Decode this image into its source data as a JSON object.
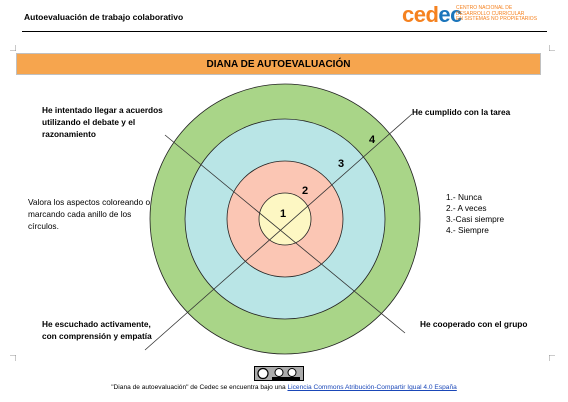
{
  "header": {
    "title": "Autoevaluación de trabajo colaborativo",
    "logo_text": "cedec",
    "logo_subtitle": [
      "CENTRO NACIONAL DE",
      "DESARROLLO CURRICULAR",
      "EN SISTEMAS NO PROPIETARIOS"
    ]
  },
  "banner_title": "DIANA DE AUTOEVALUACIÓN",
  "quadrant_labels": {
    "top_left": "He intentado llegar a acuerdos utilizando el debate y el razonamiento",
    "top_right": "He cumplido con la tarea",
    "bottom_left": "He escuchado activamente, con comprensión y empatía",
    "bottom_right": "He cooperado con el grupo"
  },
  "instructions": "Valora los aspectos coloreando o marcando cada anillo de los círculos.",
  "ring_numbers": [
    "1",
    "2",
    "3",
    "4"
  ],
  "legend": [
    "1.- Nunca",
    "2.- A veces",
    "3.-Casi siempre",
    "4.- Siempre"
  ],
  "ring_colors": [
    "#fdf7c3",
    "#fbc6b4",
    "#b9e5e6",
    "#a9d588"
  ],
  "footer": {
    "text": "\"Diana de autoevaluación\" de Cedec se encuentra bajo una",
    "link": "Licencia Commons Atribución-Compartir Igual 4.0 España"
  }
}
